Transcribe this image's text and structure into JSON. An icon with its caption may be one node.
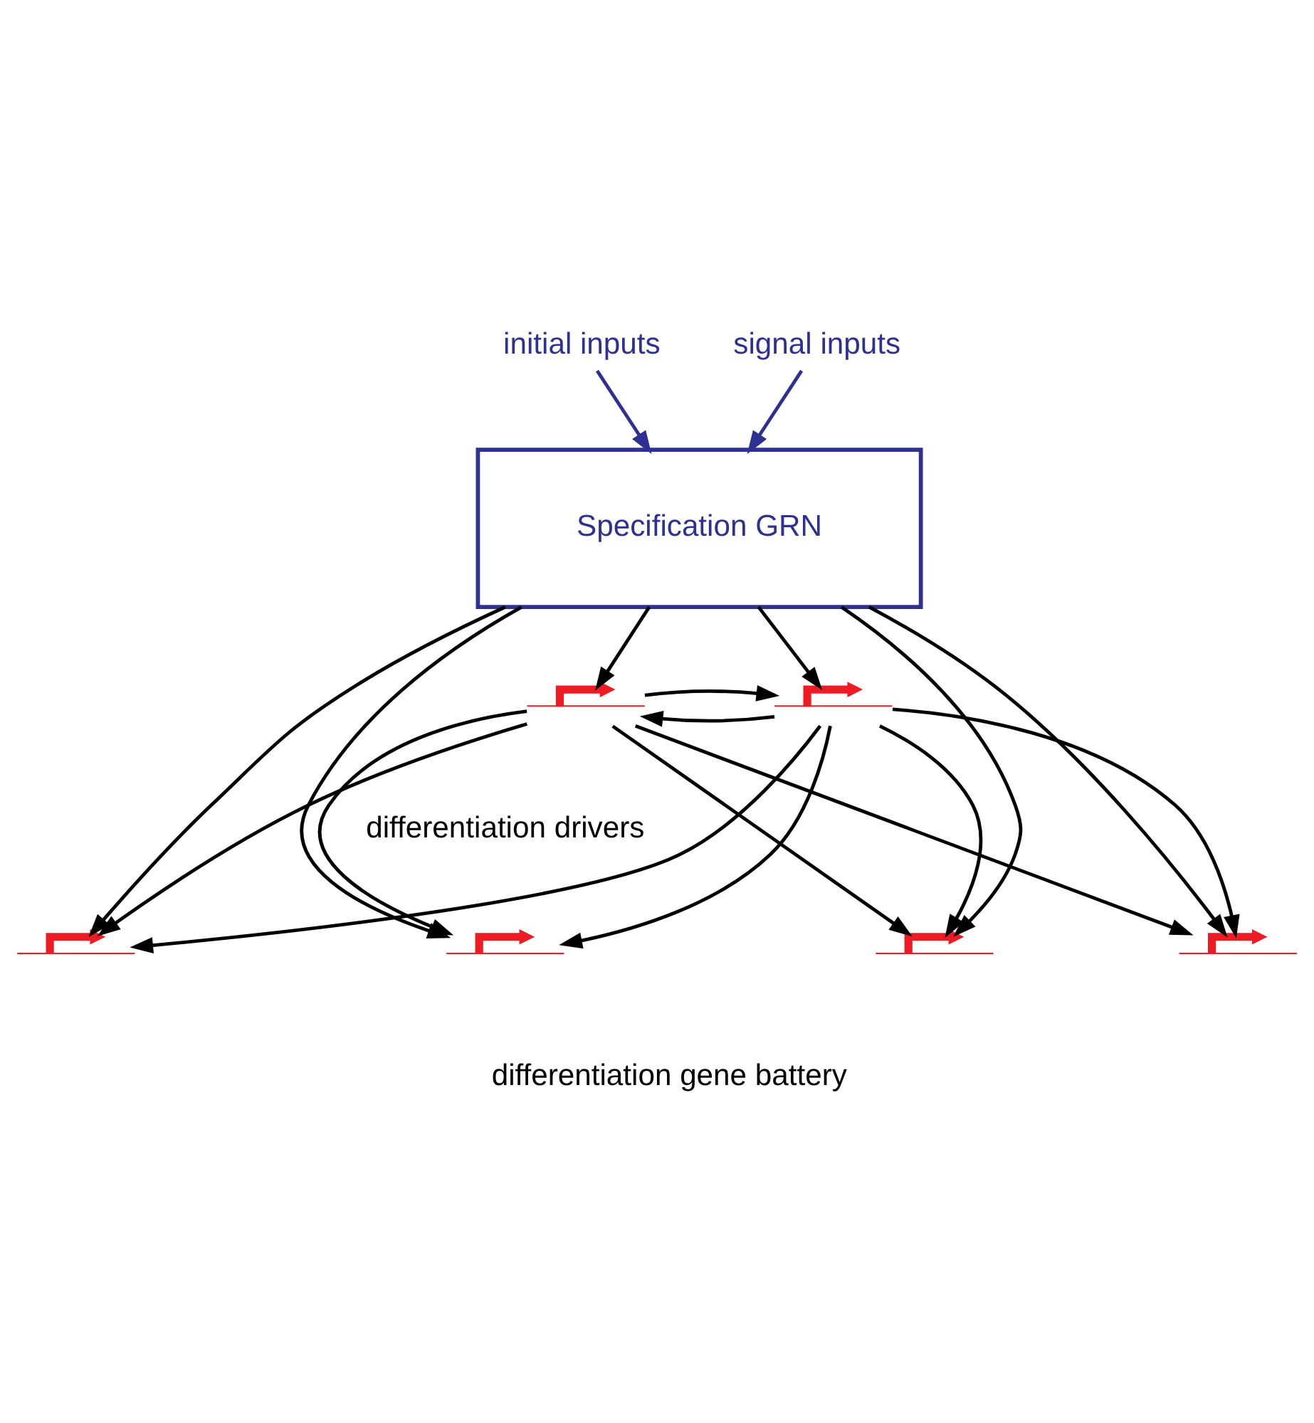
{
  "diagram": {
    "nodes": [
      {
        "text": [
          "initial inputs"
        ]
      },
      {
        "text": [
          "signal inputs"
        ]
      },
      {
        "text": [
          "Specification GRN"
        ]
      },
      {
        "text": [],
        "shape": "gene"
      },
      {
        "text": [],
        "shape": "gene"
      },
      {
        "text": [],
        "shape": "gene"
      },
      {
        "text": [],
        "shape": "gene"
      },
      {
        "text": [],
        "shape": "gene"
      },
      {
        "text": [],
        "shape": "gene"
      }
    ],
    "edges": [
      {
        "from": 0,
        "to": 2,
        "arrow": "to",
        "color": "#2e3192"
      },
      {
        "from": 1,
        "to": 2,
        "arrow": "to",
        "color": "#2e3192"
      },
      {
        "from": 2,
        "to": 3,
        "arrow": "to"
      },
      {
        "from": 2,
        "to": 4,
        "arrow": "to"
      },
      {
        "from": 3,
        "to": 4,
        "arrow": "to"
      },
      {
        "from": 4,
        "to": 3,
        "arrow": "to"
      },
      {
        "from": 2,
        "to": 5,
        "arrow": "to"
      },
      {
        "from": 2,
        "to": 6,
        "arrow": "to"
      },
      {
        "from": 2,
        "to": 7,
        "arrow": "to"
      },
      {
        "from": 2,
        "to": 8,
        "arrow": "to"
      },
      {
        "from": 3,
        "to": 5,
        "arrow": "to"
      },
      {
        "from": 3,
        "to": 6,
        "arrow": "to"
      },
      {
        "from": 3,
        "to": 7,
        "arrow": "to"
      },
      {
        "from": 3,
        "to": 8,
        "arrow": "to"
      },
      {
        "from": 4,
        "to": 5,
        "arrow": "to"
      },
      {
        "from": 4,
        "to": 6,
        "arrow": "to"
      },
      {
        "from": 4,
        "to": 7,
        "arrow": "to"
      },
      {
        "from": 4,
        "to": 8,
        "arrow": "to"
      }
    ],
    "labels": [
      "differentiation drivers",
      "differentiation gene battery"
    ]
  }
}
